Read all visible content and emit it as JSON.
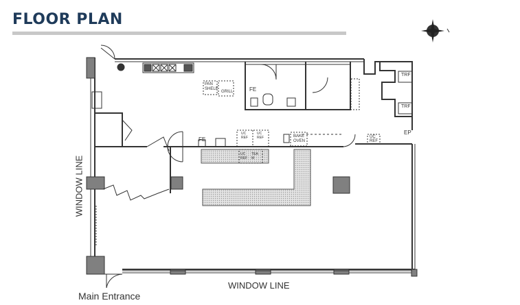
{
  "title": "FLOOR PLAN",
  "labels": {
    "window_line_bottom": "WINDOW LINE",
    "window_line_left": "WINDOW LINE",
    "main_entrance": "Main Entrance"
  },
  "fixtures": {
    "pan_shelf": [
      "PAN",
      "SHELF"
    ],
    "grill": "GRILL",
    "fe_1": "FE",
    "fe_2": "FE",
    "ep": "EP",
    "trf_1": "TRF",
    "trf_2": "TRF",
    "uc_ref_1": [
      "UC",
      "REF"
    ],
    "uc_ref_2": [
      "UC",
      "REF"
    ],
    "uc_ref_3": [
      "UC",
      "REF"
    ],
    "uc_ref_4": [
      "UC",
      "REF"
    ],
    "bake_oven": [
      "BAKE",
      "OVEN"
    ],
    "tea_m": [
      "TEA",
      "M"
    ]
  },
  "colors": {
    "title": "#1f3b5a",
    "wall": "#333333",
    "column": "#808080",
    "counter": "#d4d4d4"
  },
  "compass": "compass-icon"
}
